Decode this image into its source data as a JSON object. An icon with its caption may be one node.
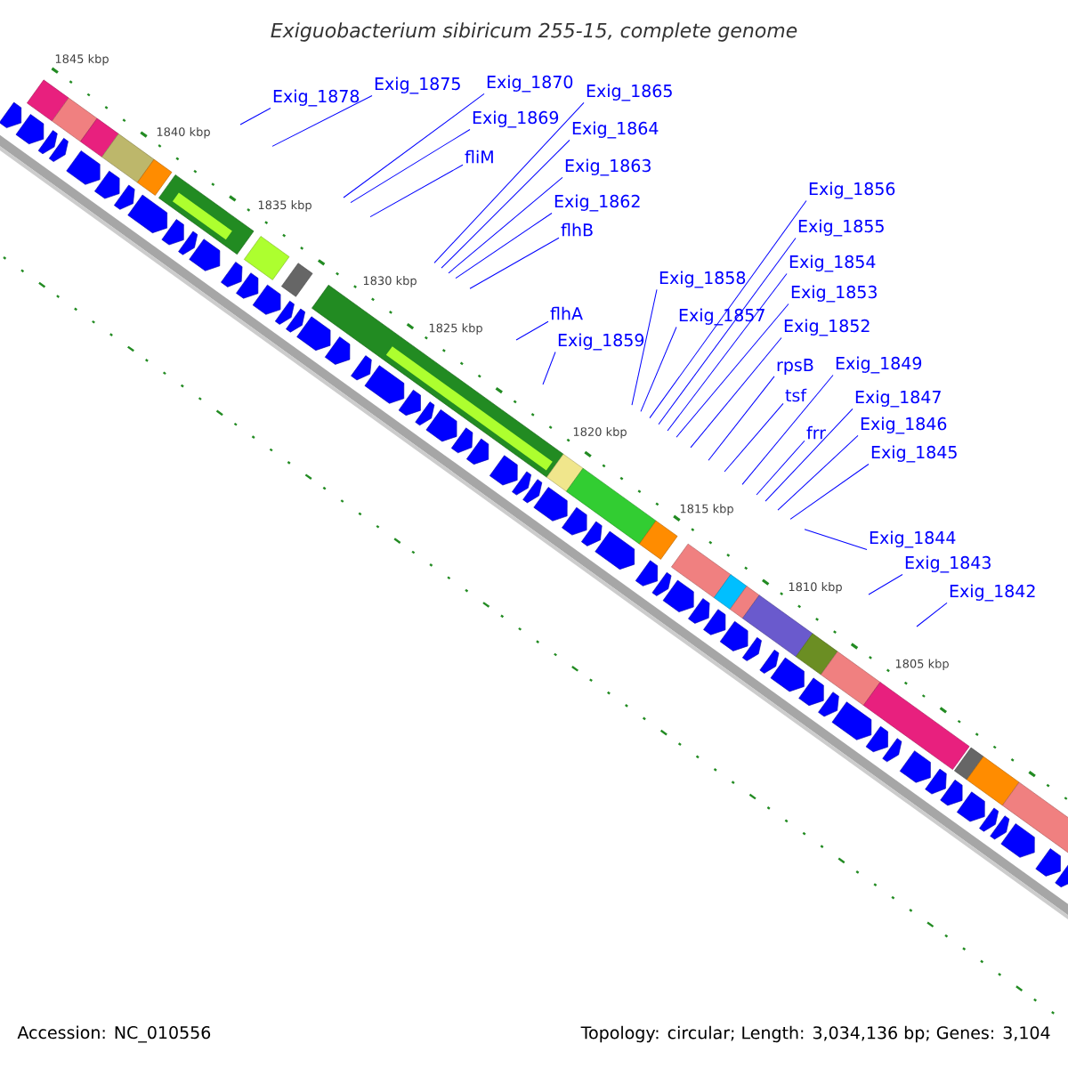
{
  "diagram": {
    "title": "Exiguobacterium sibiricum 255-15, complete genome",
    "nodes": [
      {
        "text": [
          "Exig_1878"
        ]
      },
      {
        "text": [
          "Exig_1875"
        ]
      },
      {
        "text": [
          "Exig_1870"
        ]
      },
      {
        "text": [
          "Exig_1869"
        ]
      },
      {
        "text": [
          "fliM"
        ]
      },
      {
        "text": [
          "Exig_1865"
        ]
      },
      {
        "text": [
          "Exig_1864"
        ]
      },
      {
        "text": [
          "Exig_1863"
        ]
      },
      {
        "text": [
          "Exig_1862"
        ]
      },
      {
        "text": [
          "flhB"
        ]
      },
      {
        "text": [
          "flhA"
        ]
      },
      {
        "text": [
          "Exig_1859"
        ]
      },
      {
        "text": [
          "Exig_1858"
        ]
      },
      {
        "text": [
          "Exig_1857"
        ]
      },
      {
        "text": [
          "Exig_1856"
        ]
      },
      {
        "text": [
          "Exig_1855"
        ]
      },
      {
        "text": [
          "Exig_1854"
        ]
      },
      {
        "text": [
          "Exig_1853"
        ]
      },
      {
        "text": [
          "Exig_1852"
        ]
      },
      {
        "text": [
          "rpsB"
        ]
      },
      {
        "text": [
          "tsf"
        ]
      },
      {
        "text": [
          "Exig_1849"
        ]
      },
      {
        "text": [
          "frr"
        ]
      },
      {
        "text": [
          "Exig_1847"
        ]
      },
      {
        "text": [
          "Exig_1846"
        ]
      },
      {
        "text": [
          "Exig_1845"
        ]
      },
      {
        "text": [
          "Exig_1844"
        ]
      },
      {
        "text": [
          "Exig_1843"
        ]
      },
      {
        "text": [
          "Exig_1842"
        ]
      }
    ],
    "edges": [
      {
        "from": 0,
        "to": null,
        "arrow": "none"
      },
      {
        "from": 1,
        "to": null,
        "arrow": "none"
      },
      {
        "from": 2,
        "to": null,
        "arrow": "none"
      },
      {
        "from": 3,
        "to": null,
        "arrow": "none"
      },
      {
        "from": 4,
        "to": null,
        "arrow": "none"
      },
      {
        "from": 5,
        "to": null,
        "arrow": "none"
      },
      {
        "from": 6,
        "to": null,
        "arrow": "none"
      },
      {
        "from": 7,
        "to": null,
        "arrow": "none"
      },
      {
        "from": 8,
        "to": null,
        "arrow": "none"
      },
      {
        "from": 9,
        "to": null,
        "arrow": "none"
      },
      {
        "from": 10,
        "to": null,
        "arrow": "none"
      },
      {
        "from": 11,
        "to": null,
        "arrow": "none"
      },
      {
        "from": 12,
        "to": null,
        "arrow": "none"
      },
      {
        "from": 13,
        "to": null,
        "arrow": "none"
      },
      {
        "from": 14,
        "to": null,
        "arrow": "none"
      },
      {
        "from": 15,
        "to": null,
        "arrow": "none"
      },
      {
        "from": 16,
        "to": null,
        "arrow": "none"
      },
      {
        "from": 17,
        "to": null,
        "arrow": "none"
      },
      {
        "from": 18,
        "to": null,
        "arrow": "none"
      },
      {
        "from": 19,
        "to": null,
        "arrow": "none"
      },
      {
        "from": 20,
        "to": null,
        "arrow": "none"
      },
      {
        "from": 21,
        "to": null,
        "arrow": "none"
      },
      {
        "from": 22,
        "to": null,
        "arrow": "none"
      },
      {
        "from": 23,
        "to": null,
        "arrow": "none"
      },
      {
        "from": 24,
        "to": null,
        "arrow": "none"
      },
      {
        "from": 25,
        "to": null,
        "arrow": "none"
      },
      {
        "from": 26,
        "to": null,
        "arrow": "none"
      },
      {
        "from": 27,
        "to": null,
        "arrow": "none"
      },
      {
        "from": 28,
        "to": null,
        "arrow": "none"
      }
    ],
    "labels": [
      "1845 kbp",
      "1840 kbp",
      "1835 kbp",
      "1830 kbp",
      "1825 kbp",
      "1820 kbp",
      "1815 kbp",
      "1810 kbp",
      "1805 kbp",
      "Accession: NC_010556",
      "Topology: circular; Length: 3,034,136 bp; Genes: 3,104"
    ]
  }
}
